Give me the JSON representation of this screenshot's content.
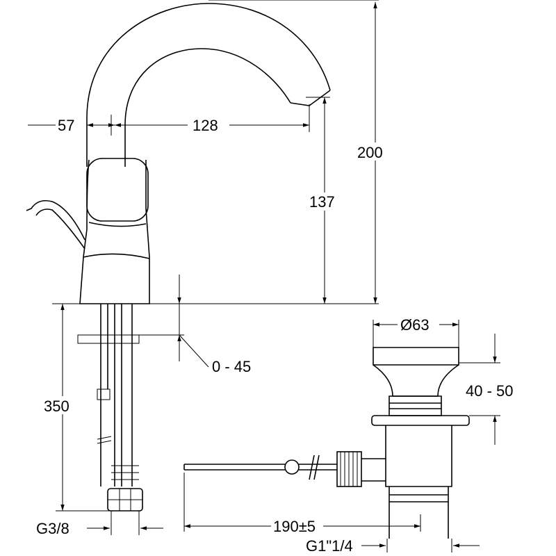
{
  "dimensions": {
    "left_offset": "57",
    "spout_reach": "128",
    "total_height": "200",
    "spout_height": "137",
    "deck_thickness": "0 - 45",
    "hose_length": "350",
    "waste_diameter": "Ø63",
    "waste_height": "40 - 50",
    "inlet_thread": "G3/8",
    "rod_length": "190±5",
    "waste_thread": "G1\"1/4"
  }
}
